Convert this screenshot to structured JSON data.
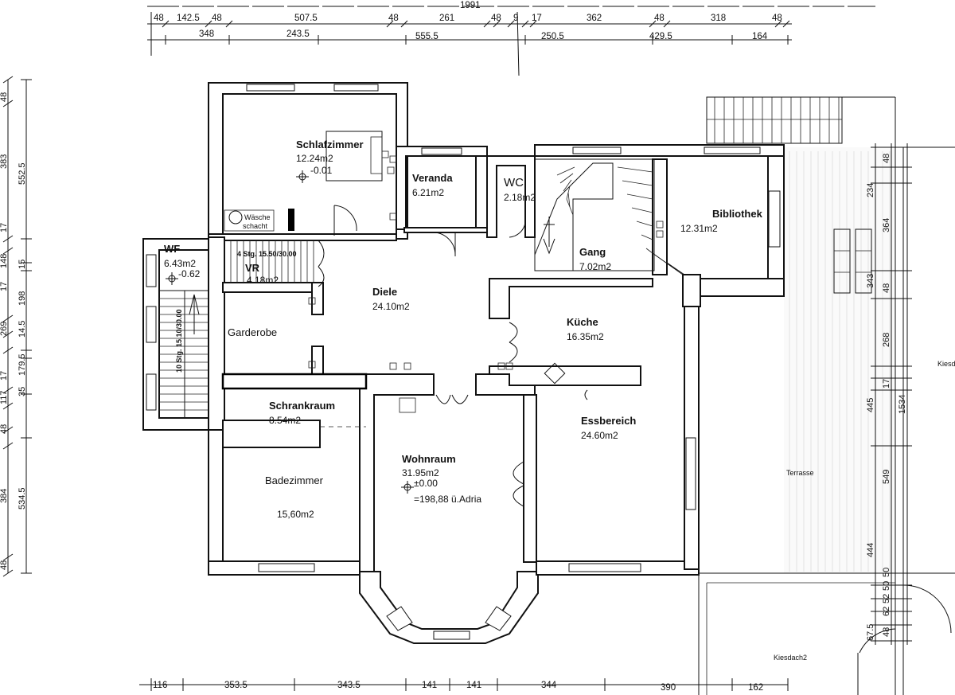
{
  "dimensions_top_row1": [
    "48",
    "142.5",
    "48",
    "507.5",
    "48",
    "261",
    "48",
    "9",
    "17",
    "362",
    "48",
    "318",
    "48"
  ],
  "dimensions_top_row2": [
    "348",
    "243.5",
    "555.5",
    "250.5",
    "429.5",
    "164"
  ],
  "dimension_top_total": "1991",
  "dimensions_bottom": [
    "116",
    "353.5",
    "343.5",
    "141",
    "141",
    "344",
    "390",
    "162"
  ],
  "dimensions_left_outer": [
    "48",
    "383",
    "17",
    "148",
    "17",
    "269",
    "17",
    "117",
    "48",
    "384",
    "48"
  ],
  "dimensions_left_inner": [
    "552.5",
    "15",
    "198",
    "14.5",
    "179.5",
    "35",
    "534.5"
  ],
  "dimensions_right": [
    "48",
    "234",
    "364",
    "343",
    "48",
    "268",
    "17",
    "445",
    "549",
    "444",
    "50",
    "50",
    "52",
    "62",
    "48",
    "67.5"
  ],
  "dimension_right_total": "1534",
  "rooms": {
    "schlafzimmer": {
      "name": "Schlafzimmer",
      "area": "12.24m2",
      "level": "-0.01"
    },
    "veranda": {
      "name": "Veranda",
      "area": "6.21m2"
    },
    "wc": {
      "name": "WC",
      "area": "2.18m2"
    },
    "bibliothek": {
      "name": "Bibliothek",
      "area": "12.31m2"
    },
    "gang": {
      "name": "Gang",
      "area": "7.02m2"
    },
    "wf": {
      "name": "WF",
      "area": "6.43m2",
      "level": "-0.62"
    },
    "vr": {
      "name": "VR",
      "area": "4.18m2"
    },
    "diele": {
      "name": "Diele",
      "area": "24.10m2"
    },
    "kueche": {
      "name": "Küche",
      "area": "16.35m2"
    },
    "garderobe": {
      "name": "Garderobe"
    },
    "schrankraum": {
      "name": "Schrankraum",
      "area": "8.54m2"
    },
    "essbereich": {
      "name": "Essbereich",
      "area": "24.60m2"
    },
    "wohnraum": {
      "name": "Wohnraum",
      "area": "31.95m2",
      "level": "±0.00",
      "level_sea": "=198,88 ü.Adria"
    },
    "badezimmer": {
      "name": "Badezimmer",
      "area": "15,60m2"
    }
  },
  "labels": {
    "waesche_line1": "Wäsche",
    "waesche_line2": "schacht",
    "stairs_upper": "4 Stg. 15.50/30.00",
    "stairs_lower": "10 Stg. 15.10/30.00",
    "terrasse": "Terrasse",
    "kiesdach2": "Kiesdach2",
    "kiesdach_edge": "Kiesd"
  }
}
